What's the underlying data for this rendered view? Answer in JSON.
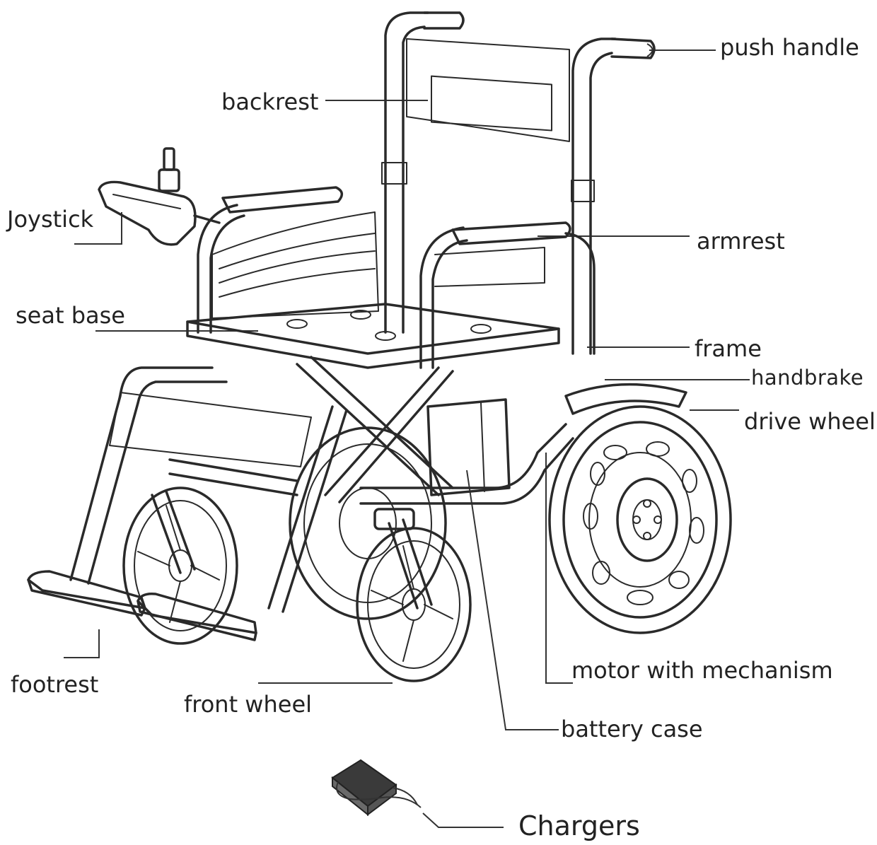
{
  "labels": {
    "push_handle": "push handle",
    "backrest": "backrest",
    "joystick": "Joystick",
    "armrest": "armrest",
    "seat_base": "seat base",
    "frame": "frame",
    "handbrake": "handbrake",
    "drive_wheel": "drive wheel",
    "footrest": "footrest",
    "front_wheel": "front wheel",
    "motor_with_mechanism": "motor with mechanism",
    "battery_case": "battery case",
    "chargers": "Chargers"
  }
}
